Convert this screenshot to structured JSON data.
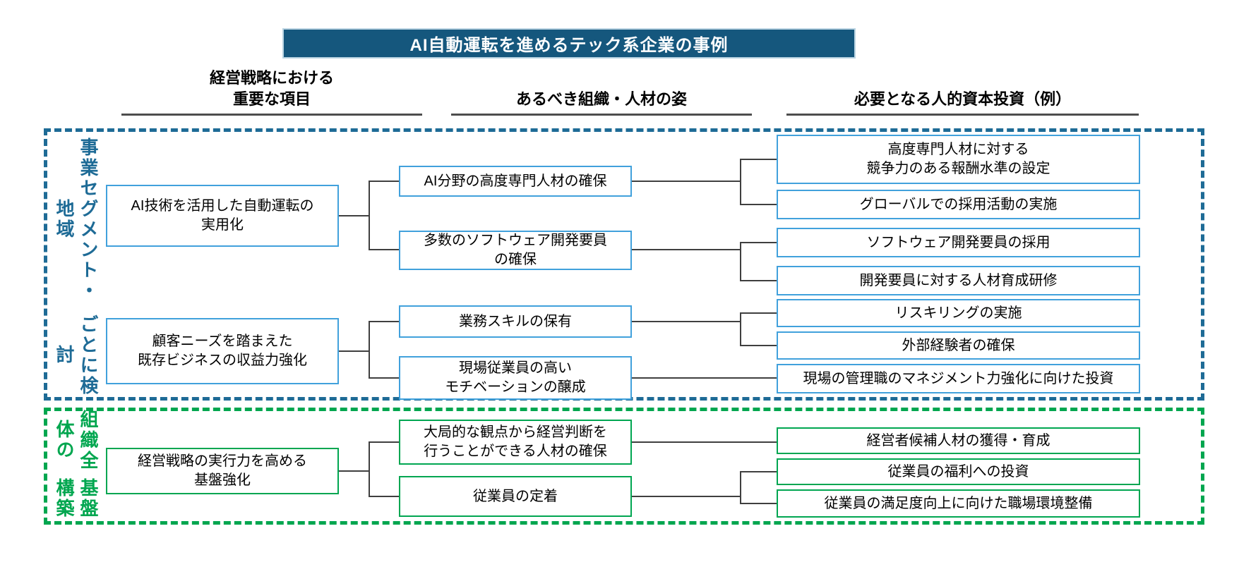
{
  "title": "AI自動運転を進めるテック系企業の事例",
  "headers": {
    "strategy": {
      "line1": "経営戦略における",
      "line2": "重要な項目"
    },
    "org": {
      "label": "あるべき組織・人材の姿"
    },
    "investment": {
      "label": "必要となる人的資本投資（例）"
    }
  },
  "sections": {
    "business": {
      "label_right_column": "事業セグメント・地域",
      "label_left_column": "ごとに検討",
      "accent_color": "#1E6B96"
    },
    "foundation": {
      "label_right_column": "組織全体の",
      "label_left_column": "基盤構築",
      "accent_color": "#00A64F"
    }
  },
  "boxes": {
    "L1": {
      "line1": "AI技術を活用した自動運転の",
      "line2": "実用化"
    },
    "M1": {
      "line1": "AI分野の高度専門人材の確保"
    },
    "M2": {
      "line1": "多数のソフトウェア開発要員",
      "line2": "の確保"
    },
    "R1": {
      "line1": "高度専門人材に対する",
      "line2": "競争力のある報酬水準の設定"
    },
    "R2": {
      "line1": "グローバルでの採用活動の実施"
    },
    "R3": {
      "line1": "ソフトウェア開発要員の採用"
    },
    "R4": {
      "line1": "開発要員に対する人材育成研修"
    },
    "L2": {
      "line1": "顧客ニーズを踏まえた",
      "line2": "既存ビジネスの収益力強化"
    },
    "M3": {
      "line1": "業務スキルの保有"
    },
    "M4": {
      "line1": "現場従業員の高い",
      "line2": "モチベーションの醸成"
    },
    "R5": {
      "line1": "リスキリングの実施"
    },
    "R6": {
      "line1": "外部経験者の確保"
    },
    "R7": {
      "line1": "現場の管理職のマネジメント力強化に向けた投資"
    },
    "LG1": {
      "line1": "経営戦略の実行力を高める",
      "line2": "基盤強化"
    },
    "MG1": {
      "line1": "大局的な観点から経営判断を",
      "line2": "行うことができる人材の確保"
    },
    "MG2": {
      "line1": "従業員の定着"
    },
    "RG1": {
      "line1": "経営者候補人材の獲得・育成"
    },
    "RG2": {
      "line1": "従業員の福利への投資"
    },
    "RG3": {
      "line1": "従業員の満足度向上に向けた職場環境整備"
    }
  },
  "edges": [
    [
      "L1",
      "M1"
    ],
    [
      "L1",
      "M2"
    ],
    [
      "M1",
      "R1"
    ],
    [
      "M1",
      "R2"
    ],
    [
      "M2",
      "R3"
    ],
    [
      "M2",
      "R4"
    ],
    [
      "L2",
      "M3"
    ],
    [
      "L2",
      "M4"
    ],
    [
      "M3",
      "R5"
    ],
    [
      "M3",
      "R6"
    ],
    [
      "M4",
      "R7"
    ],
    [
      "LG1",
      "MG1"
    ],
    [
      "LG1",
      "MG2"
    ],
    [
      "MG1",
      "RG1"
    ],
    [
      "MG2",
      "RG2"
    ],
    [
      "MG2",
      "RG3"
    ]
  ],
  "colors": {
    "title_background": "#15577D",
    "title_text": "#ffffff",
    "blue_section_dash": "#1E6B96",
    "blue_node_border": "#41A1DC",
    "green_section_dash": "#00A64F",
    "green_node_border": "#00A651",
    "connector_line": "#3f3f3f",
    "header_underline": "#4d4d4d"
  }
}
